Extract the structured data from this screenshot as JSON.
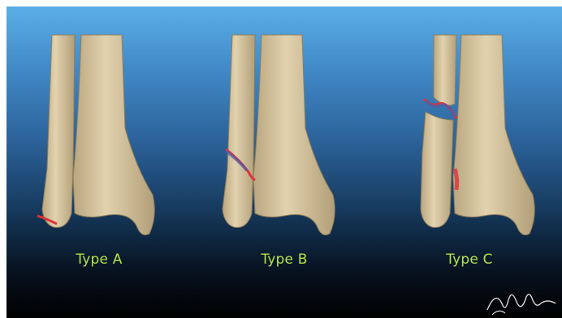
{
  "panels": [
    {
      "label": "Type A",
      "fracture": "below-syndesmosis"
    },
    {
      "label": "Type B",
      "fracture": "at-syndesmosis"
    },
    {
      "label": "Type C",
      "fracture": "above-syndesmosis"
    }
  ],
  "colors": {
    "bone": "#d8c6a1",
    "bone_shadow": "#a8966f",
    "fracture_red": "#e0313a",
    "fracture_blue": "#4a5fa8",
    "label": "#b8e04a"
  }
}
